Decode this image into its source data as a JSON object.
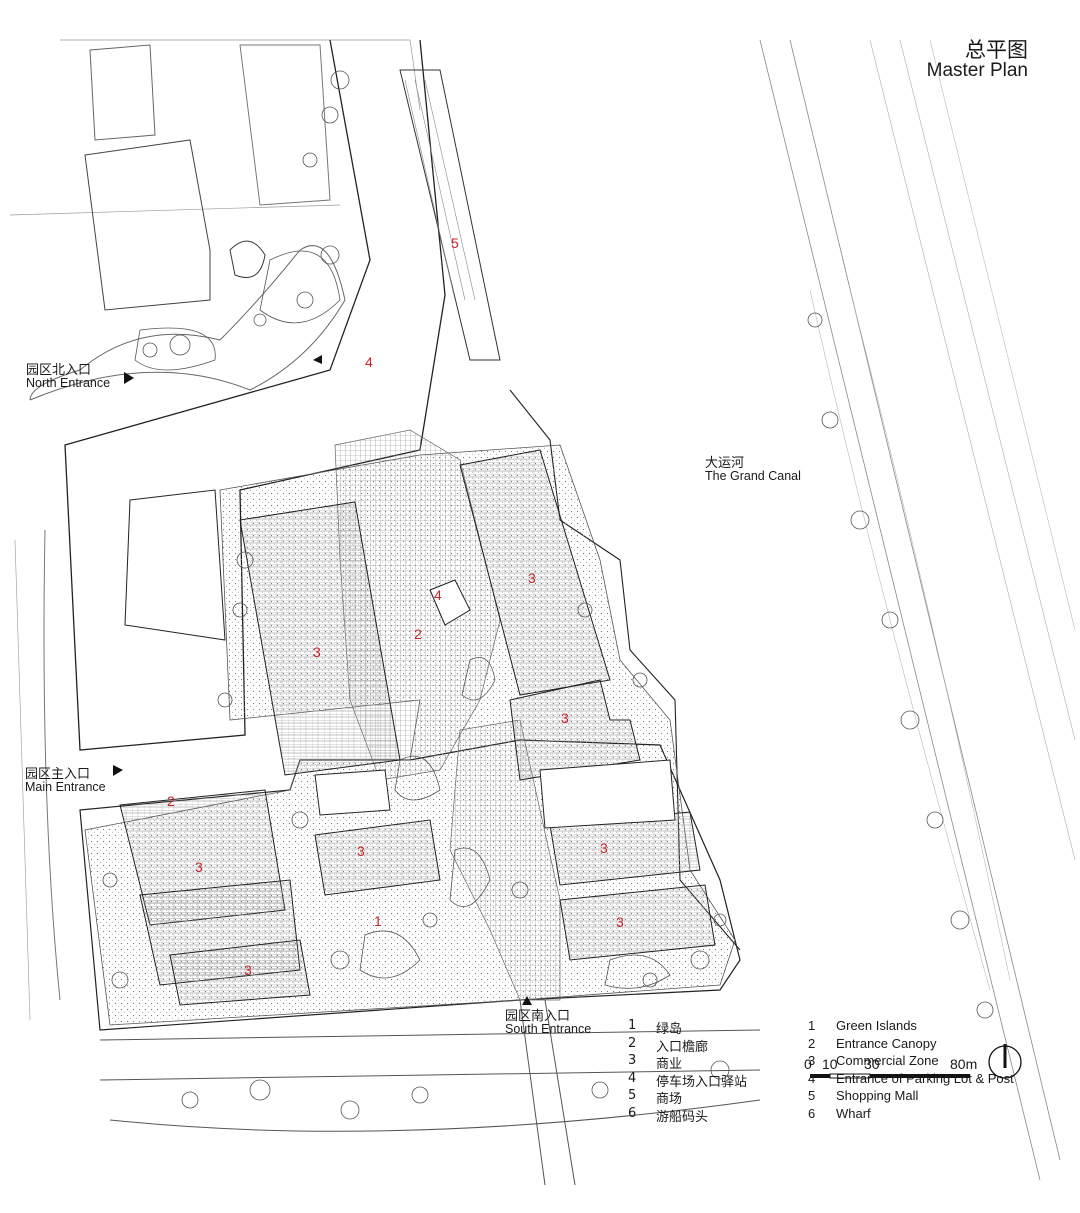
{
  "title": {
    "cn": "总平图",
    "en": "Master Plan"
  },
  "site_labels": {
    "north_entrance": {
      "cn": "园区北入口",
      "en": "North Entrance"
    },
    "main_entrance": {
      "cn": "园区主入口",
      "en": "Main Entrance"
    },
    "south_entrance": {
      "cn": "园区南入口",
      "en": "South Entrance"
    },
    "grand_canal": {
      "cn": "大运河",
      "en": "The Grand Canal"
    }
  },
  "zone_markers": [
    "5",
    "4",
    "4",
    "2",
    "3",
    "3",
    "3",
    "2",
    "3",
    "3",
    "1",
    "3",
    "3",
    "3"
  ],
  "legend": [
    {
      "num": "1",
      "cn": "绿岛",
      "en": "Green Islands"
    },
    {
      "num": "2",
      "cn": "入口檐廊",
      "en": "Entrance Canopy"
    },
    {
      "num": "3",
      "cn": "商业",
      "en": "Commercial Zone"
    },
    {
      "num": "4",
      "cn": "停车场入口驿站",
      "en": "Entrance of Parking Lot & Post"
    },
    {
      "num": "5",
      "cn": "商场",
      "en": "Shopping Mall"
    },
    {
      "num": "6",
      "cn": "游船码头",
      "en": "Wharf"
    }
  ],
  "scale_bar": {
    "ticks": [
      "0",
      "10",
      "30",
      "80m"
    ]
  },
  "colors": {
    "marker": "#c8242b",
    "line": "#3a3a3a",
    "hatch": "#9a9a9a"
  },
  "icons": {
    "entrance": "triangle-arrow",
    "north": "north-arrow-icon"
  }
}
